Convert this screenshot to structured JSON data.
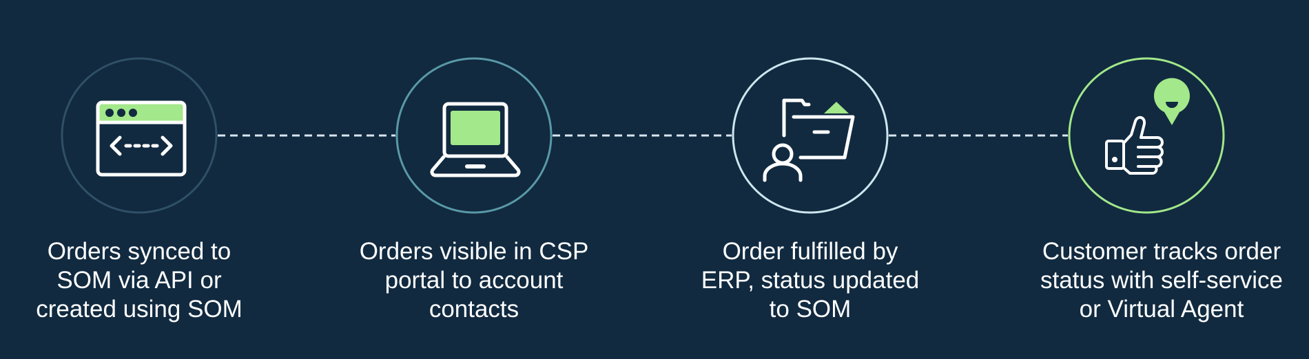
{
  "colors": {
    "background": "#112a40",
    "connector": "#d8e6ef",
    "accent": "#a3e88a",
    "icon_stroke": "#ffffff",
    "step_ring_1": "#2f5066",
    "step_ring_2": "#5a99a8",
    "step_ring_3": "#cfe6ef",
    "step_ring_4": "#a3e88a"
  },
  "steps": [
    {
      "icon": "browser-code-icon",
      "lines": [
        "Orders synced to",
        "SOM via API or",
        "created using SOM"
      ]
    },
    {
      "icon": "laptop-icon",
      "lines": [
        "Orders visible in CSP",
        "portal to account",
        "contacts"
      ]
    },
    {
      "icon": "user-folder-icon",
      "lines": [
        "Order fulfilled by",
        "ERP, status updated",
        "to SOM"
      ]
    },
    {
      "icon": "thumbs-up-chat-icon",
      "lines": [
        "Customer tracks order",
        "status with self-service",
        "or Virtual Agent"
      ]
    }
  ]
}
